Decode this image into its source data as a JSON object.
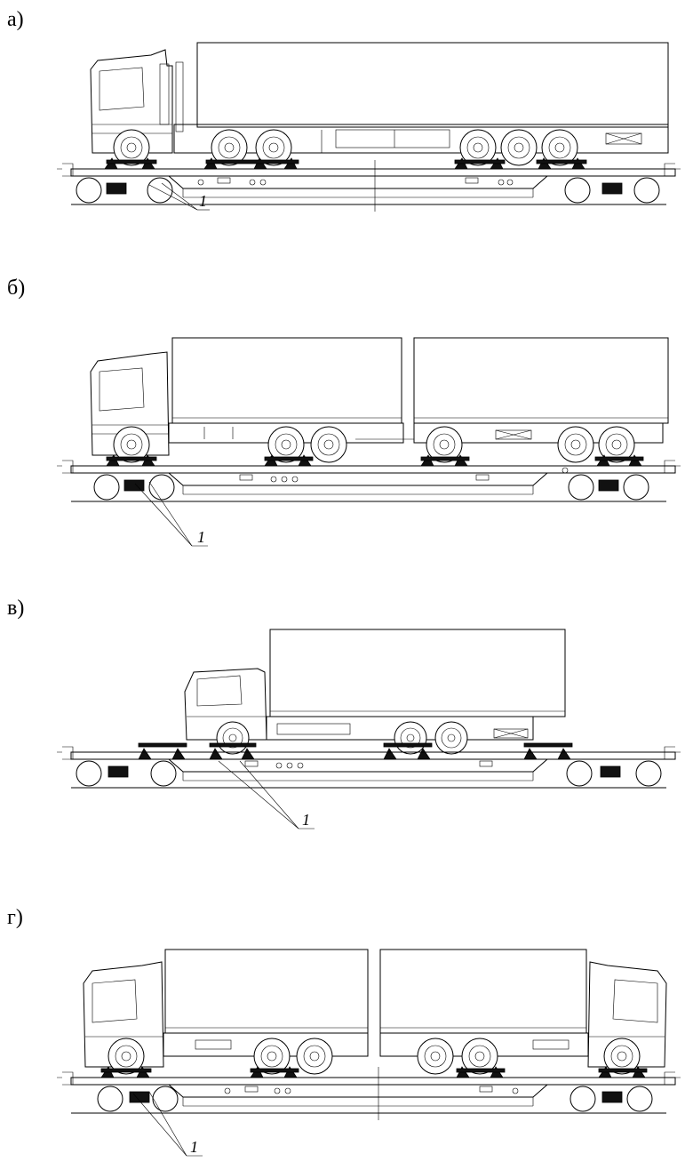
{
  "figure": {
    "panels": [
      {
        "id": "a",
        "label": "а)",
        "callout": "1"
      },
      {
        "id": "b",
        "label": "б)",
        "callout": "1"
      },
      {
        "id": "v",
        "label": "в)",
        "callout": "1"
      },
      {
        "id": "g",
        "label": "г)",
        "callout": "1"
      }
    ]
  }
}
